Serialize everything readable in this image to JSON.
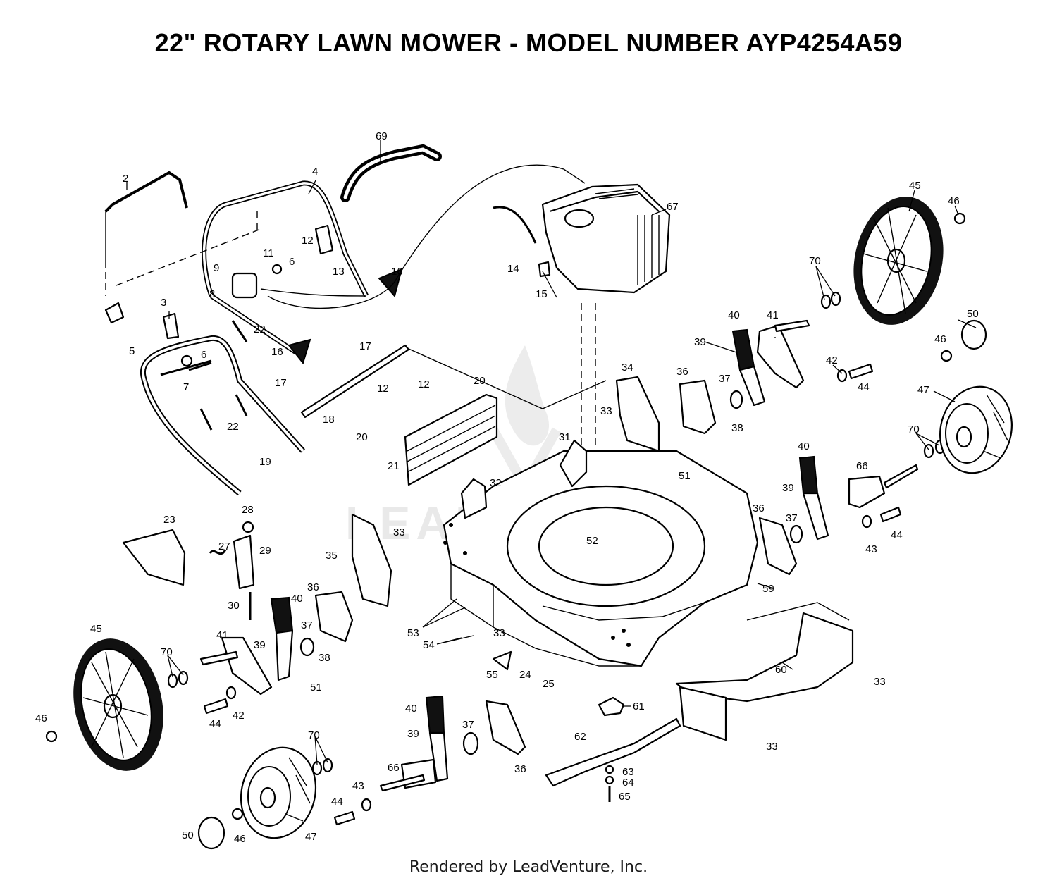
{
  "title": "22\" ROTARY LAWN MOWER - MODEL NUMBER AYP4254A59",
  "footer": "Rendered by LeadVenture, Inc.",
  "watermark": "LEADVENTURE",
  "callouts": [
    {
      "id": "c69a",
      "text": "69"
    },
    {
      "id": "c2",
      "text": "2"
    },
    {
      "id": "c4",
      "text": "4"
    },
    {
      "id": "c67",
      "text": "67"
    },
    {
      "id": "c45a",
      "text": "45"
    },
    {
      "id": "c46a",
      "text": "46"
    },
    {
      "id": "c11",
      "text": "11"
    },
    {
      "id": "c12a",
      "text": "12"
    },
    {
      "id": "c6a",
      "text": "6"
    },
    {
      "id": "c9",
      "text": "9"
    },
    {
      "id": "c13",
      "text": "13"
    },
    {
      "id": "c16a",
      "text": "16"
    },
    {
      "id": "c14",
      "text": "14"
    },
    {
      "id": "c15",
      "text": "15"
    },
    {
      "id": "c70a",
      "text": "70"
    },
    {
      "id": "c8",
      "text": "8"
    },
    {
      "id": "c3",
      "text": "3"
    },
    {
      "id": "c22a",
      "text": "22"
    },
    {
      "id": "c16b",
      "text": "16"
    },
    {
      "id": "c40a",
      "text": "40"
    },
    {
      "id": "c41a",
      "text": "41"
    },
    {
      "id": "c50a",
      "text": "50"
    },
    {
      "id": "c39a",
      "text": "39"
    },
    {
      "id": "c17a",
      "text": "17"
    },
    {
      "id": "c5",
      "text": "5"
    },
    {
      "id": "c6b",
      "text": "6"
    },
    {
      "id": "c46b",
      "text": "46"
    },
    {
      "id": "c42a",
      "text": "42"
    },
    {
      "id": "c20a",
      "text": "20"
    },
    {
      "id": "c34",
      "text": "34"
    },
    {
      "id": "c36a",
      "text": "36"
    },
    {
      "id": "c37a",
      "text": "37"
    },
    {
      "id": "c44a",
      "text": "44"
    },
    {
      "id": "c7",
      "text": "7"
    },
    {
      "id": "c12b",
      "text": "12"
    },
    {
      "id": "c17b",
      "text": "17"
    },
    {
      "id": "c12c",
      "text": "12"
    },
    {
      "id": "c33a",
      "text": "33"
    },
    {
      "id": "c38a",
      "text": "38"
    },
    {
      "id": "c47a",
      "text": "47"
    },
    {
      "id": "c18",
      "text": "18"
    },
    {
      "id": "c22b",
      "text": "22"
    },
    {
      "id": "c20b",
      "text": "20"
    },
    {
      "id": "c70b",
      "text": "70"
    },
    {
      "id": "c31",
      "text": "31"
    },
    {
      "id": "c40b",
      "text": "40"
    },
    {
      "id": "c51a",
      "text": "51"
    },
    {
      "id": "c21",
      "text": "21"
    },
    {
      "id": "c66a",
      "text": "66"
    },
    {
      "id": "c19",
      "text": "19"
    },
    {
      "id": "c32",
      "text": "32"
    },
    {
      "id": "c39b",
      "text": "39"
    },
    {
      "id": "c28",
      "text": "28"
    },
    {
      "id": "c23",
      "text": "23"
    },
    {
      "id": "c36b",
      "text": "36"
    },
    {
      "id": "c37b",
      "text": "37"
    },
    {
      "id": "c33b",
      "text": "33"
    },
    {
      "id": "c52",
      "text": "52"
    },
    {
      "id": "c43a",
      "text": "43"
    },
    {
      "id": "c44b",
      "text": "44"
    },
    {
      "id": "c27",
      "text": "27"
    },
    {
      "id": "c29",
      "text": "29"
    },
    {
      "id": "c35",
      "text": "35"
    },
    {
      "id": "c36c",
      "text": "36"
    },
    {
      "id": "c59",
      "text": "59"
    },
    {
      "id": "c30",
      "text": "30"
    },
    {
      "id": "c40c",
      "text": "40"
    },
    {
      "id": "c53",
      "text": "53"
    },
    {
      "id": "c45b",
      "text": "45"
    },
    {
      "id": "c37c",
      "text": "37"
    },
    {
      "id": "c33c",
      "text": "33"
    },
    {
      "id": "c41b",
      "text": "41"
    },
    {
      "id": "c39c",
      "text": "39"
    },
    {
      "id": "c54",
      "text": "54"
    },
    {
      "id": "c38b",
      "text": "38"
    },
    {
      "id": "c70c",
      "text": "70"
    },
    {
      "id": "c55",
      "text": "55"
    },
    {
      "id": "c24",
      "text": "24"
    },
    {
      "id": "c51b",
      "text": "51"
    },
    {
      "id": "c60",
      "text": "60"
    },
    {
      "id": "c25",
      "text": "25"
    },
    {
      "id": "c33d",
      "text": "33"
    },
    {
      "id": "c44c",
      "text": "44"
    },
    {
      "id": "c42b",
      "text": "42"
    },
    {
      "id": "c40d",
      "text": "40"
    },
    {
      "id": "c61",
      "text": "61"
    },
    {
      "id": "c46c",
      "text": "46"
    },
    {
      "id": "c37d",
      "text": "37"
    },
    {
      "id": "c39d",
      "text": "39"
    },
    {
      "id": "c62",
      "text": "62"
    },
    {
      "id": "c33e",
      "text": "33"
    },
    {
      "id": "c70d",
      "text": "70"
    },
    {
      "id": "c36d",
      "text": "36"
    },
    {
      "id": "c66b",
      "text": "66"
    },
    {
      "id": "c63",
      "text": "63"
    },
    {
      "id": "c43b",
      "text": "43"
    },
    {
      "id": "c64",
      "text": "64"
    },
    {
      "id": "c44d",
      "text": "44"
    },
    {
      "id": "c65",
      "text": "65"
    },
    {
      "id": "c50b",
      "text": "50"
    },
    {
      "id": "c46d",
      "text": "46"
    },
    {
      "id": "c47b",
      "text": "47"
    }
  ]
}
